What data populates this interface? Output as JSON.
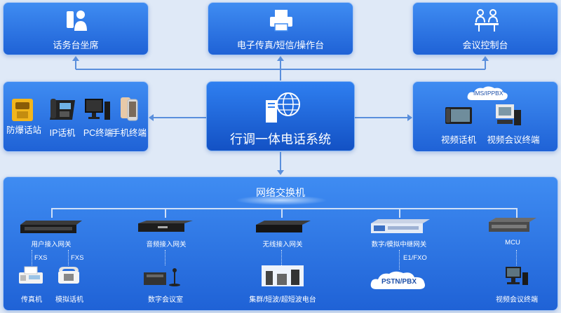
{
  "top_panels": {
    "operator": "话务台坐席",
    "fax_sms": "电子传真/短信/操作台",
    "conference_console": "会议控制台"
  },
  "endpoints": {
    "explosion_proof": "防爆话站",
    "ip_phone": "IP话机",
    "pc": "PC终端",
    "mobile": "手机终端"
  },
  "core": {
    "title": "行调一体电话系统"
  },
  "video": {
    "ims_tag": "IMS/IPPBX",
    "video_phone": "视频话机",
    "video_conf_terminal": "视频会议终端"
  },
  "network": {
    "title": "网络交换机",
    "gateways": [
      {
        "label": "用户接入网关"
      },
      {
        "label": "音频接入网关"
      },
      {
        "label": "无线接入网关"
      },
      {
        "label": "数字/模拟中继网关"
      },
      {
        "label": "MCU"
      }
    ],
    "port_fxs_1": "FXS",
    "port_fxs_2": "FXS",
    "port_e1": "E1/FXO",
    "pstn": "PSTN/PBX",
    "bottom_devices": {
      "fax": "传真机",
      "analog_phone": "模拟话机",
      "digital_conf_room": "数字会议室",
      "radio": "集群/短波/超短波电台",
      "video_conf": "视频会议终端"
    }
  },
  "colors": {
    "panel_top": "#3f8cf2",
    "panel_bottom": "#1f62d6",
    "connector": "#5a8fdc",
    "background": "#dfe9f7"
  }
}
